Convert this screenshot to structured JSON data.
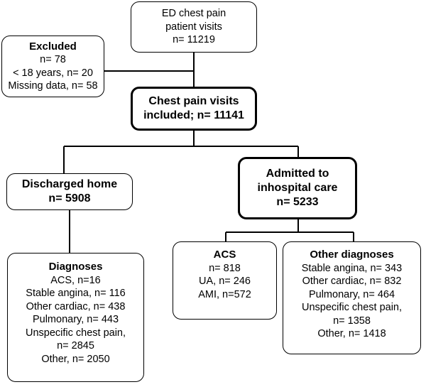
{
  "ed_visits": {
    "line1": "ED chest pain",
    "line2": "patient visits",
    "line3": "n= 11219"
  },
  "excluded": {
    "title": "Excluded",
    "line1": "n= 78",
    "line2": "< 18 years, n= 20",
    "line3": "Missing data, n= 58"
  },
  "included": {
    "line1": "Chest pain visits",
    "line2": "included; n= 11141"
  },
  "discharged": {
    "line1": "Discharged home",
    "line2": "n= 5908"
  },
  "admitted": {
    "line1": "Admitted to",
    "line2": "inhospital care",
    "line3": "n= 5233"
  },
  "discharged_diagnoses": {
    "title": "Diagnoses",
    "lines": [
      "ACS, n=16",
      "Stable angina, n= 116",
      "Other cardiac, n= 438",
      "Pulmonary, n= 443",
      "Unspecific chest pain,",
      "n= 2845",
      "Other, n= 2050"
    ]
  },
  "acs": {
    "title": "ACS",
    "lines": [
      "n= 818",
      "UA, n= 246",
      "AMI, n=572"
    ]
  },
  "other_diagnoses": {
    "title": "Other diagnoses",
    "lines": [
      "Stable angina, n= 343",
      "Other cardiac, n= 832",
      "Pulmonary, n= 464",
      "Unspecific chest pain,",
      "n= 1358",
      "Other, n= 1418"
    ]
  }
}
